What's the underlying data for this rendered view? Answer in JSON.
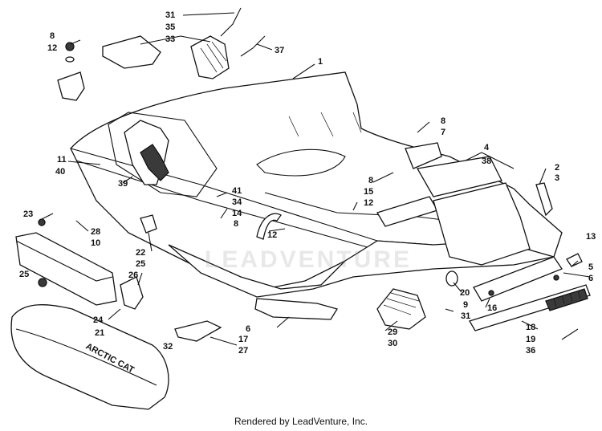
{
  "callouts": [
    {
      "id": "c31a",
      "text": "31"
    },
    {
      "id": "c35",
      "text": "35"
    },
    {
      "id": "c33",
      "text": "33"
    },
    {
      "id": "c37",
      "text": "37"
    },
    {
      "id": "c8a",
      "text": "8"
    },
    {
      "id": "c12a",
      "text": "12"
    },
    {
      "id": "c1",
      "text": "1"
    },
    {
      "id": "c8b",
      "text": "8"
    },
    {
      "id": "c7",
      "text": "7"
    },
    {
      "id": "c4",
      "text": "4"
    },
    {
      "id": "c38",
      "text": "38"
    },
    {
      "id": "c2",
      "text": "2"
    },
    {
      "id": "c3",
      "text": "3"
    },
    {
      "id": "c11",
      "text": "11"
    },
    {
      "id": "c40",
      "text": "40"
    },
    {
      "id": "c39",
      "text": "39"
    },
    {
      "id": "c8c",
      "text": "8"
    },
    {
      "id": "c15",
      "text": "15"
    },
    {
      "id": "c12b",
      "text": "12"
    },
    {
      "id": "c41",
      "text": "41"
    },
    {
      "id": "c34",
      "text": "34"
    },
    {
      "id": "c14",
      "text": "14"
    },
    {
      "id": "c8d",
      "text": "8"
    },
    {
      "id": "c23",
      "text": "23"
    },
    {
      "id": "c28",
      "text": "28"
    },
    {
      "id": "c10",
      "text": "10"
    },
    {
      "id": "c12c",
      "text": "12"
    },
    {
      "id": "c22",
      "text": "22"
    },
    {
      "id": "c25a",
      "text": "25"
    },
    {
      "id": "c26",
      "text": "26"
    },
    {
      "id": "c25b",
      "text": "25"
    },
    {
      "id": "c13",
      "text": "13"
    },
    {
      "id": "c5",
      "text": "5"
    },
    {
      "id": "c6a",
      "text": "6"
    },
    {
      "id": "c20",
      "text": "20"
    },
    {
      "id": "c9",
      "text": "9"
    },
    {
      "id": "c16",
      "text": "16"
    },
    {
      "id": "c31b",
      "text": "31"
    },
    {
      "id": "c24",
      "text": "24"
    },
    {
      "id": "c21",
      "text": "21"
    },
    {
      "id": "c32",
      "text": "32"
    },
    {
      "id": "c6b",
      "text": "6"
    },
    {
      "id": "c29",
      "text": "29"
    },
    {
      "id": "c30",
      "text": "30"
    },
    {
      "id": "c17",
      "text": "17"
    },
    {
      "id": "c27",
      "text": "27"
    },
    {
      "id": "c18",
      "text": "18"
    },
    {
      "id": "c19",
      "text": "19"
    },
    {
      "id": "c36",
      "text": "36"
    }
  ],
  "bumper_emblem": "ARCTIC CAT",
  "watermark": "LEADVENTURE",
  "footer": "Rendered by LeadVenture, Inc."
}
